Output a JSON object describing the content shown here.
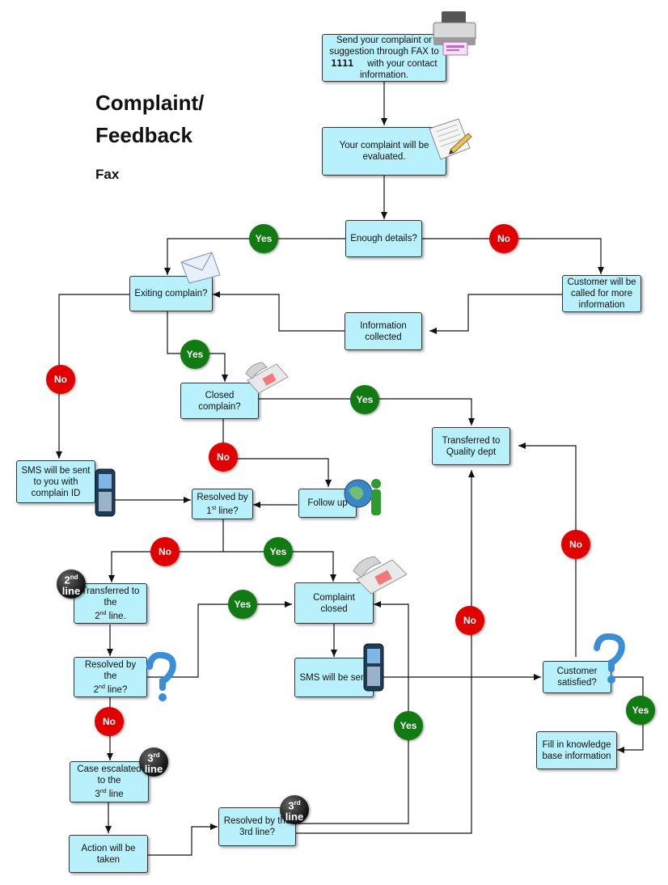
{
  "title": {
    "line1": "Complaint/",
    "line2": "Feedback",
    "channel": "Fax"
  },
  "nodes": {
    "send_fax": {
      "pre": "Send your complaint or suggestion through FAX to",
      "number": "1111",
      "post": "with your contact information."
    },
    "evaluated": "Your complaint will be evaluated.",
    "enough_details": "Enough details?",
    "customer_called": "Customer will be called for more information",
    "info_collected": "Information collected",
    "existing_complain": "Exiting complain?",
    "closed_complain": "Closed complain?",
    "transferred_quality": "Transferred to Quality dept",
    "sms_complain_id": "SMS will be sent to you with complain ID",
    "resolved_1st": {
      "pre": "Resolved by",
      "num": "1",
      "sup": "st",
      "post": "line?"
    },
    "follow_up": "Follow up",
    "transferred_2nd": {
      "pre": "Transferred to the",
      "num": "2",
      "sup": "nd",
      "post": "line."
    },
    "complaint_closed": "Complaint closed",
    "resolved_2nd": {
      "pre": "Resolved by the",
      "num": "2",
      "sup": "nd",
      "post": "line?"
    },
    "sms_sent": "SMS will be sent",
    "customer_satisfied": "Customer satisfied?",
    "case_escalated": {
      "pre": "Case escalated to the",
      "num": "3",
      "sup": "nd",
      "post": "line"
    },
    "fill_knowledge": "Fill in knowledge base information",
    "action_taken": "Action will be taken",
    "resolved_3rd": "Resolved by the 3rd line?"
  },
  "labels": {
    "yes": "Yes",
    "no": "No"
  },
  "level_badges": {
    "second": {
      "num": "2",
      "sup": "nd",
      "word": "line"
    },
    "third": {
      "num": "3",
      "sup": "rd",
      "word": "line"
    }
  },
  "icons": [
    "printer-icon",
    "document-pencil-icon",
    "envelope-icon",
    "telephone-icon",
    "mobile-phone-icon",
    "globe-person-icon",
    "question-mark-icon"
  ],
  "colors": {
    "box_fill": "#b8f0fb",
    "yes_badge": "#127a12",
    "no_badge": "#e00000"
  }
}
